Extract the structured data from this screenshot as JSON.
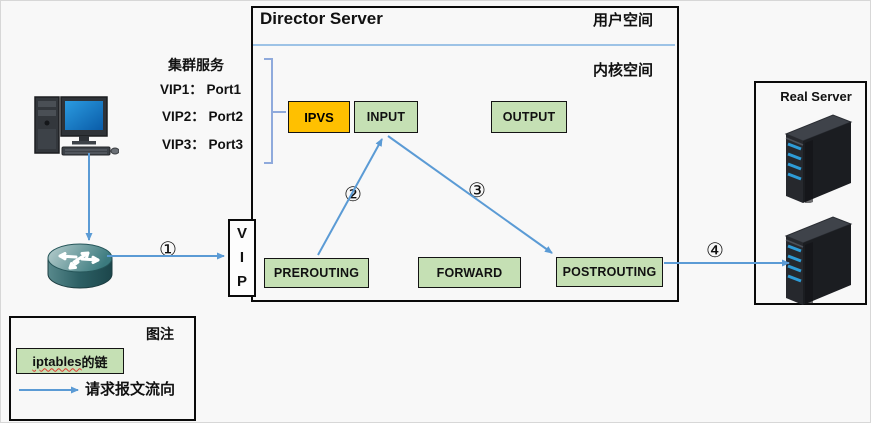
{
  "director": {
    "title": "Director Server",
    "user_space_label": "用户空间",
    "kernel_space_label": "内核空间"
  },
  "cluster_service": {
    "title": "集群服务",
    "entries": [
      "VIP1： Port1",
      "VIP2： Port2",
      "VIP3： Port3"
    ]
  },
  "chains": {
    "ipvs": "IPVS",
    "input": "INPUT",
    "output": "OUTPUT",
    "prerouting": "PREROUTING",
    "forward": "FORWARD",
    "postrouting": "POSTROUTING"
  },
  "vip_box": {
    "letters": [
      "V",
      "I",
      "P"
    ]
  },
  "real_server": {
    "title": "Real Server"
  },
  "flow_steps": {
    "step1": "①",
    "step2": "②",
    "step3": "③",
    "step4": "④"
  },
  "legend": {
    "title": "图注",
    "chain_sample_word": "iptables",
    "chain_sample_suffix": "的链",
    "flow_label": "请求报文流向"
  },
  "icons": {
    "client": "desktop-computer-icon",
    "router": "router-icon",
    "real_server": "server-tower-icon"
  },
  "colors": {
    "flow_arrow": "#5B9BD5",
    "bracket": "#8FAADC",
    "space_divider": "#9DC3E6",
    "chain_fill": "#C5E0B4",
    "ipvs_fill": "#FFC000",
    "misspell_underline": "#E03A2F"
  }
}
